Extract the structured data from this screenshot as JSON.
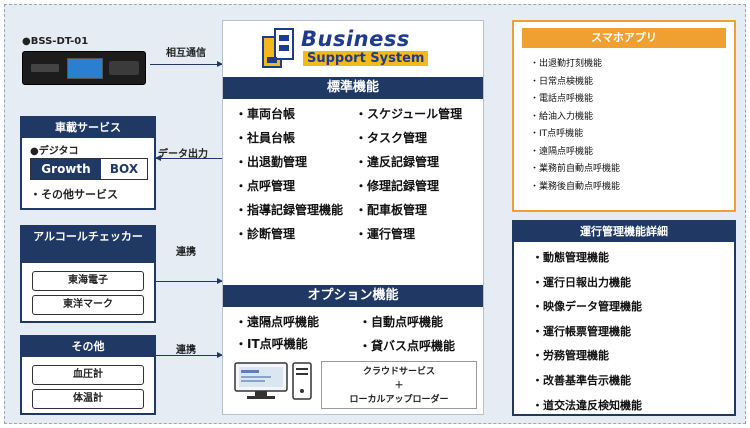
{
  "device": {
    "label": "●BSS-DT-01"
  },
  "links": {
    "mutual": "相互通信",
    "data_out": "データ出力",
    "alcohol": "連携",
    "other": "連携"
  },
  "vehicle_service": {
    "title": "車載サービス",
    "digitaco": "●デジタコ",
    "growth": "Growth",
    "box": "BOX",
    "other": "・その他サービス"
  },
  "alcohol_checker": {
    "title": "アルコールチェッカー",
    "items": [
      "東海電子",
      "東洋マーク"
    ]
  },
  "other_panel": {
    "title": "その他",
    "items": [
      "血圧計",
      "体温計"
    ]
  },
  "logo": {
    "line1": "Business",
    "line2": "Support System"
  },
  "standard": {
    "title": "標準機能",
    "left": [
      "・車両台帳",
      "・社員台帳",
      "・出退勤管理",
      "・点呼管理",
      "・指導記録管理機能",
      "・診断管理"
    ],
    "right": [
      "・スケジュール管理",
      "・タスク管理",
      "・違反記録管理",
      "・修理記録管理",
      "・配車板管理",
      "・運行管理"
    ]
  },
  "option": {
    "title": "オプション機能",
    "left": [
      "・遠隔点呼機能",
      "・IT点呼機能"
    ],
    "right": [
      "・自動点呼機能",
      "・貸バス点呼機能"
    ],
    "cloud_line1": "クラウドサービス",
    "cloud_plus": "＋",
    "cloud_line2": "ローカルアップローダー"
  },
  "smartphone": {
    "title": "スマホアプリ",
    "items": [
      "・出退勤打刻機能",
      "・日常点検機能",
      "・電話点呼機能",
      "・給油入力機能",
      "・IT点呼機能",
      "・遠隔点呼機能",
      "・業務前自動点呼機能",
      "・業務後自動点呼機能"
    ]
  },
  "operation_detail": {
    "title": "運行管理機能詳細",
    "items": [
      "・動態管理機能",
      "・運行日報出力機能",
      "・映像データ管理機能",
      "・運行帳票管理機能",
      "・労務管理機能",
      "・改善基準告示機能",
      "・道交法違反検知機能"
    ]
  },
  "colors": {
    "navy": "#1f3864",
    "orange": "#f0a030",
    "logo_blue": "#1f3c8c",
    "logo_yellow": "#f2b81c"
  }
}
